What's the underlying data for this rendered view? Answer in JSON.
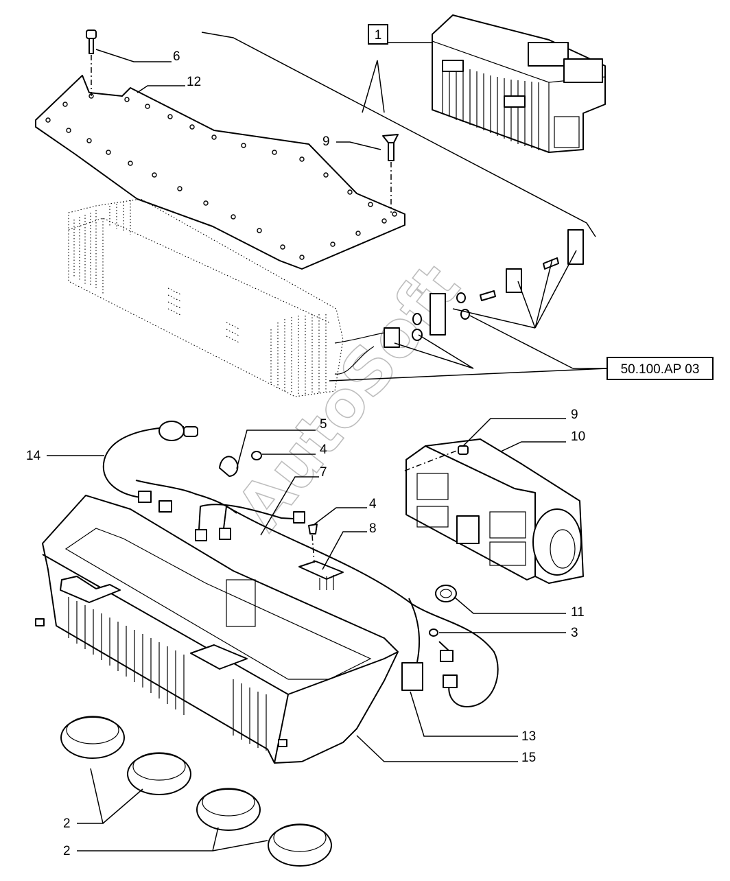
{
  "watermark": "AutoSoft",
  "assembly_ref": "1",
  "section_ref": "50.100.AP 03",
  "callouts": [
    "6",
    "12",
    "9",
    "9",
    "10",
    "5",
    "4",
    "14",
    "7",
    "4",
    "8",
    "11",
    "3",
    "13",
    "15",
    "2",
    "2"
  ]
}
